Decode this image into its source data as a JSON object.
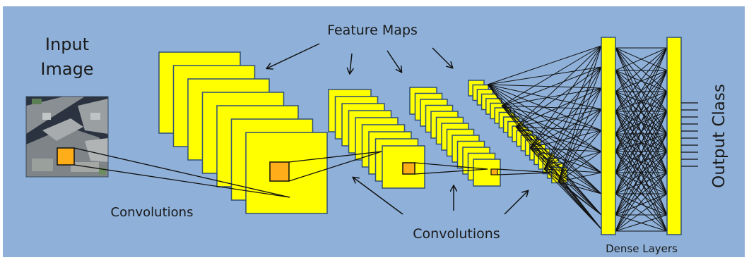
{
  "labels": {
    "input_image_line1": "Input",
    "input_image_line2": "Image",
    "feature_maps": "Feature Maps",
    "convolutions_left": "Convolutions",
    "convolutions_bottom": "Convolutions",
    "dense_layers": "Dense Layers",
    "output_class": "Output Class"
  },
  "colors": {
    "background": "#8fb1d9",
    "feature_map_fill": "#ffff00",
    "feature_map_border": "#2f4f7a",
    "kernel_fill": "#ffae1a",
    "line": "#111111"
  },
  "icons": {
    "input_image": "aerial-photo-icon"
  }
}
